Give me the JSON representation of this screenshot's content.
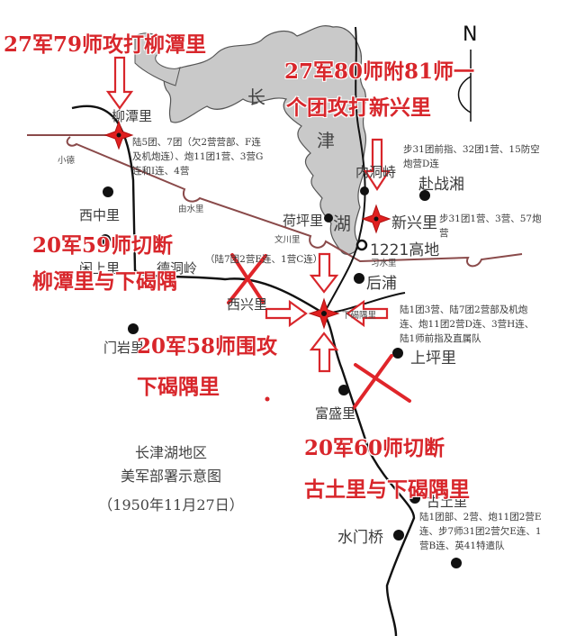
{
  "map_title": {
    "line1": "长津湖地区",
    "line2": "美军部署示意图",
    "date": "（1950年11月27日）"
  },
  "compass": {
    "north_label": "N"
  },
  "lake": {
    "chars": [
      "长",
      "津",
      "湖"
    ]
  },
  "annotations_red": {
    "a1": "27军79师攻打柳潭里",
    "a2_line1": "27军80师附81师一",
    "a2_line2": "个团攻打新兴里",
    "a3_line1": "20军59师切断",
    "a3_line2": "柳潭里与下碣隅",
    "a4_line1": "20军58师围攻",
    "a4_line2": "下碣隅里",
    "a5_line1": "20军60师切断",
    "a5_line2": "古土里与下碣隅里"
  },
  "places": {
    "liutanli": "柳潭里",
    "xiaode": "小德",
    "xizhongli": "西中里",
    "youshuili": "由水里",
    "xianshangli": "闲上里",
    "dedongling": "德洞岭",
    "hepingli": "荷坪里",
    "wenchuanli": "文川里",
    "neidongshi": "内洞峙",
    "fuzhanxiang": "赴战湘",
    "xinxingli": "新兴里",
    "gaodi1221": "1221高地",
    "shuiyuli": "习水里",
    "houpu": "后浦",
    "xixingli": "西兴里",
    "xiajieyuli": "下碣隅里",
    "menyanli": "门岩里",
    "shangpingli": "上坪里",
    "fushengli": "富盛里",
    "gutuli": "古土里",
    "shuimenqiao": "水门桥"
  },
  "units": {
    "liutanli": "陆5团、7团（欠2营营部、F连及机炮连）、炮11团1营、3营G连和I连、4营",
    "neidongshi": "步31团前指、32团1营、15防空炮营D连",
    "xinxingli": "步31团1营、3营、57炮营",
    "dedongling": "（陆7团2营E连、1营C连）",
    "xiajieyuli": "陆1团3营、陆7团2营部及机炮连、炮11团2营D连、3营H连、陆1师前指及直属队",
    "gutuli": "陆1团部、2营、炮11团2营E连、步7师31团2营欠E连、1营B连、英41特遣队"
  },
  "colors": {
    "red_annotation": "#d8262b",
    "lake_fill": "#c9c9c9",
    "road_line": "#8a4a4a",
    "river_line": "#111111"
  }
}
